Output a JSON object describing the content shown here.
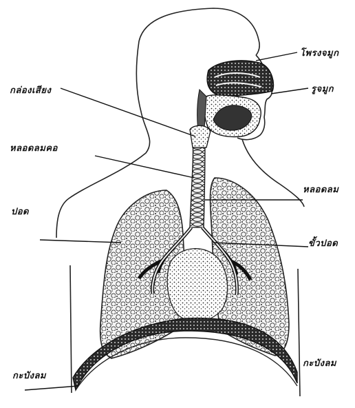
{
  "diagram": {
    "labels": {
      "nasal_cavity": "โพรงจมูก",
      "nostril": "รูจมูก",
      "larynx": "กล่องเสียง",
      "trachea": "หลอดลมคอ",
      "bronchus": "หลอดลม",
      "lung": "ปอด",
      "bronchiole": "ขั้วปอด",
      "diaphragm_left": "กะบังลม",
      "diaphragm_right": "กะบังลม"
    }
  }
}
